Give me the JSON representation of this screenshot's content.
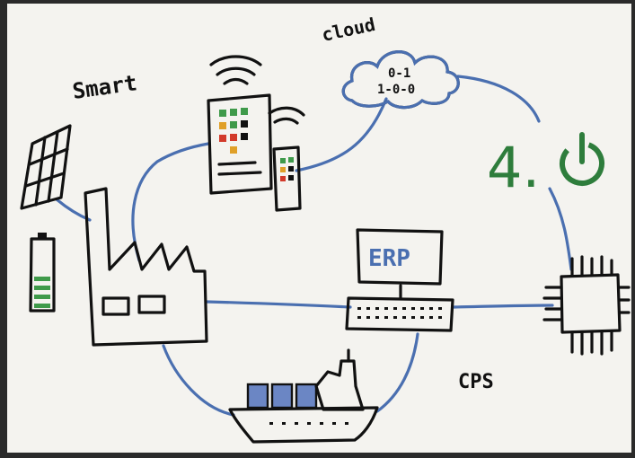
{
  "labels": {
    "smart": "Smart",
    "cloud": "cloud",
    "cloud_bits_1": "0-1",
    "cloud_bits_2": "1-0-0",
    "industry": "4.",
    "erp": "ERP",
    "cps": "CPS"
  },
  "colors": {
    "ink": "#111111",
    "connection_blue": "#4a6fb0",
    "industry_green": "#2e7d3c",
    "status_green": "#3f9a4a",
    "status_red": "#d23a2a",
    "status_orange": "#e0a028",
    "container_blue": "#6b86c4",
    "paper": "#f4f3ef"
  },
  "icons": [
    "solar-panel-icon",
    "battery-icon",
    "factory-icon",
    "server-rack-icon",
    "cloud-icon",
    "power-icon",
    "computer-icon",
    "keyboard-icon",
    "microchip-icon",
    "cargo-ship-icon"
  ]
}
